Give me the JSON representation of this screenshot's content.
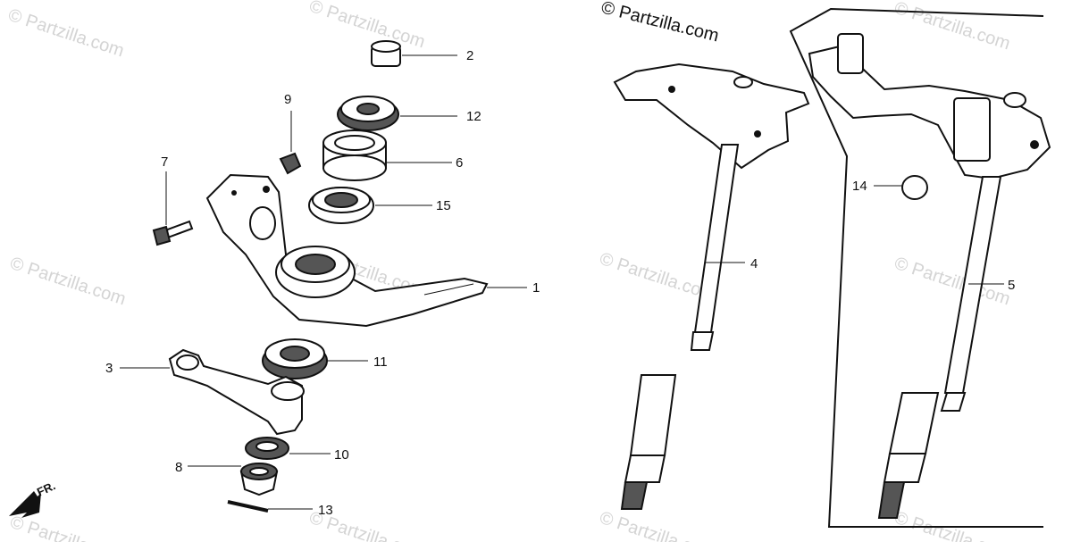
{
  "copyright_notice": "© Partzilla.com",
  "watermark_text": "© Partzilla.com",
  "front_indicator": "FR.",
  "callouts": [
    {
      "id": "1",
      "label": "1"
    },
    {
      "id": "2",
      "label": "2"
    },
    {
      "id": "3",
      "label": "3"
    },
    {
      "id": "4",
      "label": "4"
    },
    {
      "id": "5",
      "label": "5"
    },
    {
      "id": "6",
      "label": "6"
    },
    {
      "id": "7",
      "label": "7"
    },
    {
      "id": "8",
      "label": "8"
    },
    {
      "id": "9",
      "label": "9"
    },
    {
      "id": "10",
      "label": "10"
    },
    {
      "id": "11",
      "label": "11"
    },
    {
      "id": "12",
      "label": "12"
    },
    {
      "id": "13",
      "label": "13"
    },
    {
      "id": "14",
      "label": "14"
    },
    {
      "id": "15",
      "label": "15"
    }
  ],
  "colors": {
    "line": "#111111",
    "watermark": "#d4d4d4",
    "background": "#ffffff"
  }
}
